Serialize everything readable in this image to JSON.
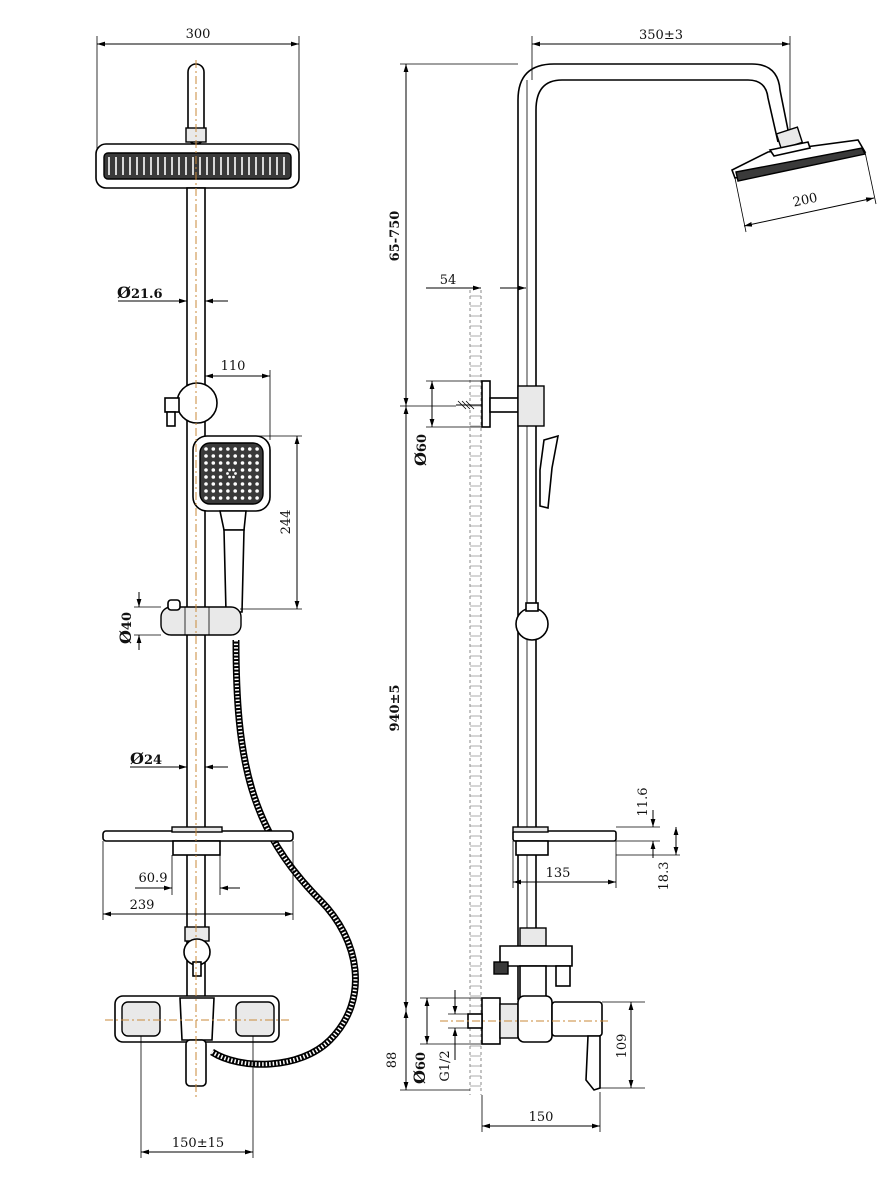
{
  "front_view": {
    "dim_head_width": "300",
    "dim_pipe_dia": "21.6",
    "dim_holder_offset": "110",
    "dim_handset_length": "244",
    "dim_slider_dia": "40",
    "dim_rod_dia": "24",
    "dim_shelf_inner": "60.9",
    "dim_shelf_width": "239",
    "dim_centres": "150±15"
  },
  "side_view": {
    "dim_arm_reach": "350±3",
    "dim_head_dia": "200",
    "dim_arm_height": "65-750",
    "dim_wall_offset": "54",
    "dim_bracket_dia": "60",
    "dim_total_height": "940±5",
    "dim_shelf_thickness": "11.6",
    "dim_shelf_depth": "135",
    "dim_shelf_gap": "18.3",
    "dim_flange_dia": "60",
    "dim_thread": "G1/2",
    "dim_bottom": "88",
    "dim_valve_height": "109",
    "dim_valve_projection": "150"
  },
  "symbols": {
    "diameter": "Ø"
  },
  "colors": {
    "line": "#000000",
    "centerline": "#c98a3a",
    "wall": "#888888"
  }
}
